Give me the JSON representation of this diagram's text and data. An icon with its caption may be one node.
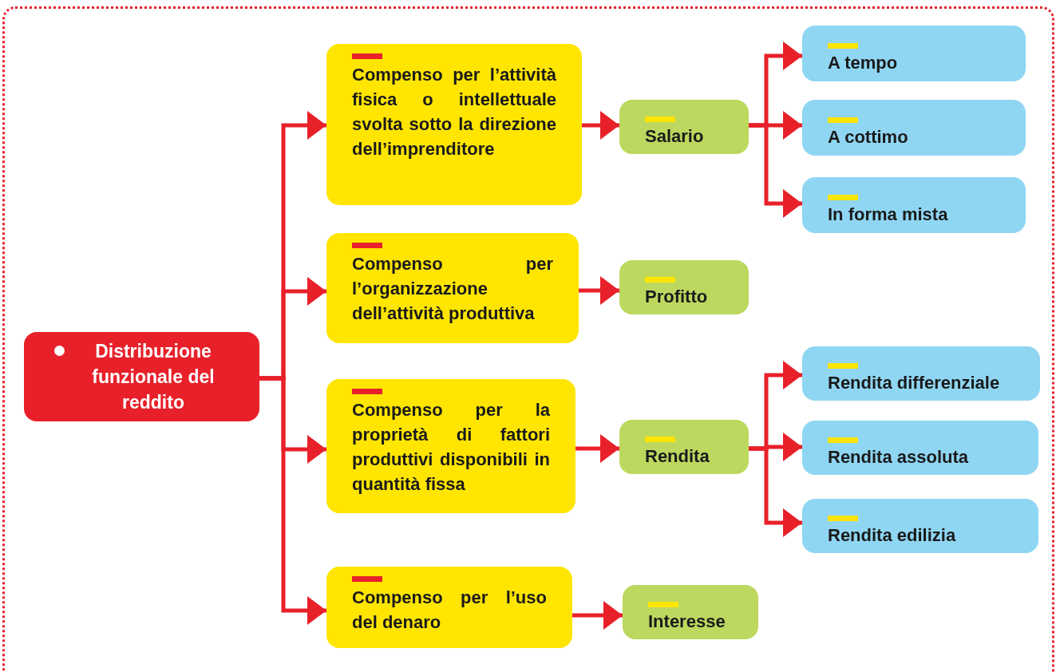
{
  "diagram": {
    "nodes": [
      {
        "text": [
          "Distribuzione funzionale del reddito"
        ]
      },
      {
        "text": [
          "Compenso per l’attività fisica o intellettuale svolta sotto la direzione dell’imprenditore"
        ]
      },
      {
        "text": [
          "Salario"
        ]
      },
      {
        "text": [
          "A tempo"
        ]
      },
      {
        "text": [
          "A cottimo"
        ]
      },
      {
        "text": [
          "In forma mista"
        ]
      },
      {
        "text": [
          "Compenso per l’organizzazione dell’attività produttiva"
        ]
      },
      {
        "text": [
          "Profitto"
        ]
      },
      {
        "text": [
          "Compenso per la proprietà di fattori produttivi disponibili in quantità fissa"
        ]
      },
      {
        "text": [
          "Rendita"
        ]
      },
      {
        "text": [
          "Rendita differenziale"
        ]
      },
      {
        "text": [
          "Rendita assoluta"
        ]
      },
      {
        "text": [
          "Rendita edilizia"
        ]
      },
      {
        "text": [
          "Compenso per l’uso del denaro"
        ]
      },
      {
        "text": [
          "Interesse"
        ]
      }
    ],
    "edges": [
      {
        "from": 0,
        "to": 1,
        "arrow": "to"
      },
      {
        "from": 0,
        "to": 6,
        "arrow": "to"
      },
      {
        "from": 0,
        "to": 8,
        "arrow": "to"
      },
      {
        "from": 0,
        "to": 13,
        "arrow": "to"
      },
      {
        "from": 1,
        "to": 2,
        "arrow": "to"
      },
      {
        "from": 2,
        "to": 3,
        "arrow": "to"
      },
      {
        "from": 2,
        "to": 4,
        "arrow": "to"
      },
      {
        "from": 2,
        "to": 5,
        "arrow": "to"
      },
      {
        "from": 6,
        "to": 7,
        "arrow": "to"
      },
      {
        "from": 8,
        "to": 9,
        "arrow": "to"
      },
      {
        "from": 9,
        "to": 10,
        "arrow": "to"
      },
      {
        "from": 9,
        "to": 11,
        "arrow": "to"
      },
      {
        "from": 9,
        "to": 12,
        "arrow": "to"
      },
      {
        "from": 13,
        "to": 14,
        "arrow": "to"
      }
    ]
  }
}
